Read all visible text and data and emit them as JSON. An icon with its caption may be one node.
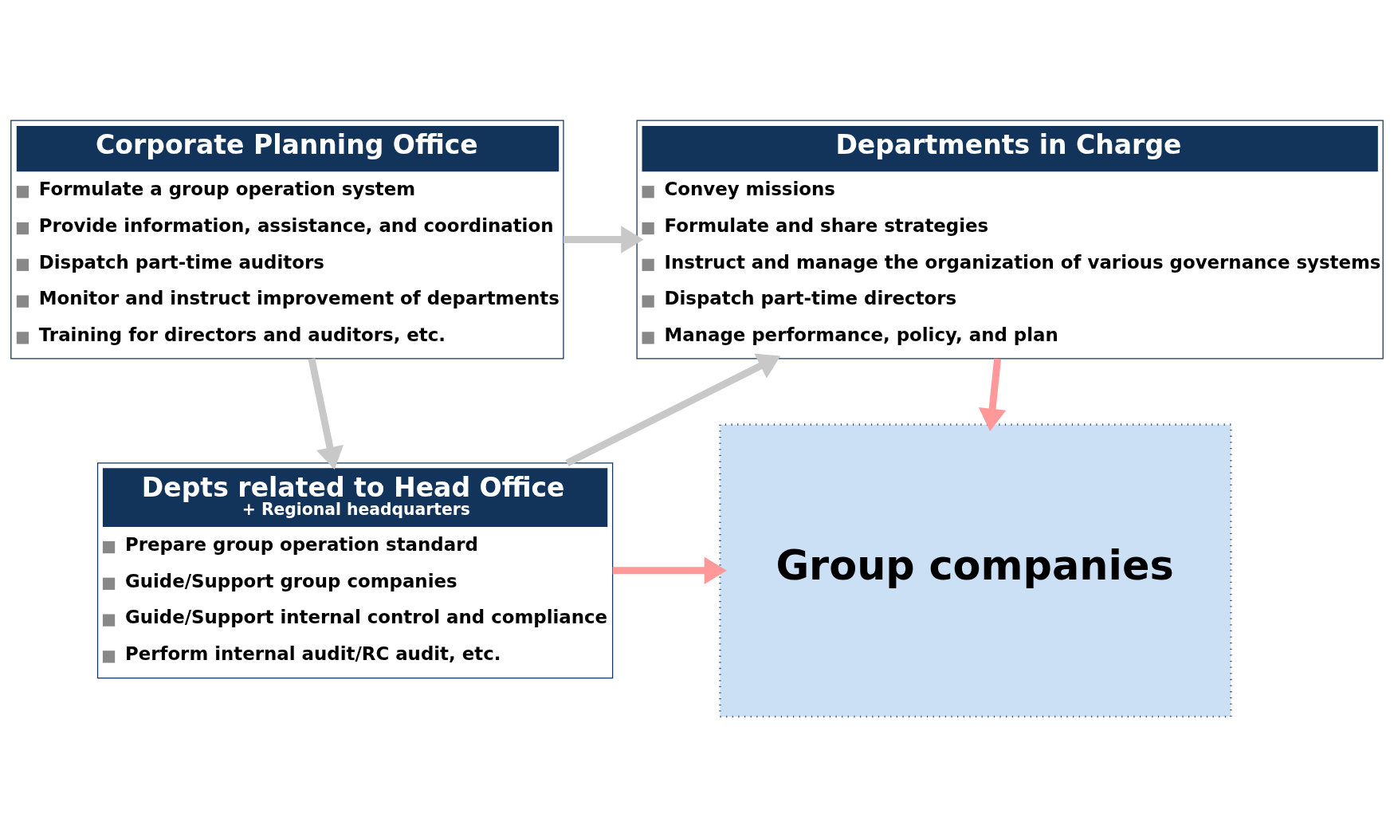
{
  "diagram": {
    "nodes": [
      {
        "text": [
          "Corporate Planning Office",
          "Formulate a group operation system",
          "Provide information, assistance, and coordination",
          "Dispatch part-time auditors",
          "Monitor and instruct improvement of departments",
          "Training for directors and auditors, etc."
        ]
      },
      {
        "text": [
          "Departments in Charge",
          "Convey missions",
          "Formulate and share strategies",
          "Instruct and manage the organization of various governance systems",
          "Dispatch part-time directors",
          "Manage performance, policy, and plan"
        ]
      },
      {
        "text": [
          "Depts related to Head Office",
          "+ Regional headquarters",
          "Prepare group operation standard",
          "Guide/Support group companies",
          "Guide/Support internal control and compliance",
          "Perform internal audit/RC audit, etc."
        ]
      },
      {
        "text": [
          "Group companies"
        ]
      }
    ],
    "edges": [
      {
        "from": 0,
        "to": 1,
        "arrow": "to"
      },
      {
        "from": 0,
        "to": 2,
        "arrow": "to"
      },
      {
        "from": 2,
        "to": 1,
        "arrow": "to"
      },
      {
        "from": 1,
        "to": 3,
        "arrow": "to",
        "color": "#ff9999"
      },
      {
        "from": 2,
        "to": 3,
        "arrow": "to",
        "color": "#ff9999"
      }
    ]
  }
}
